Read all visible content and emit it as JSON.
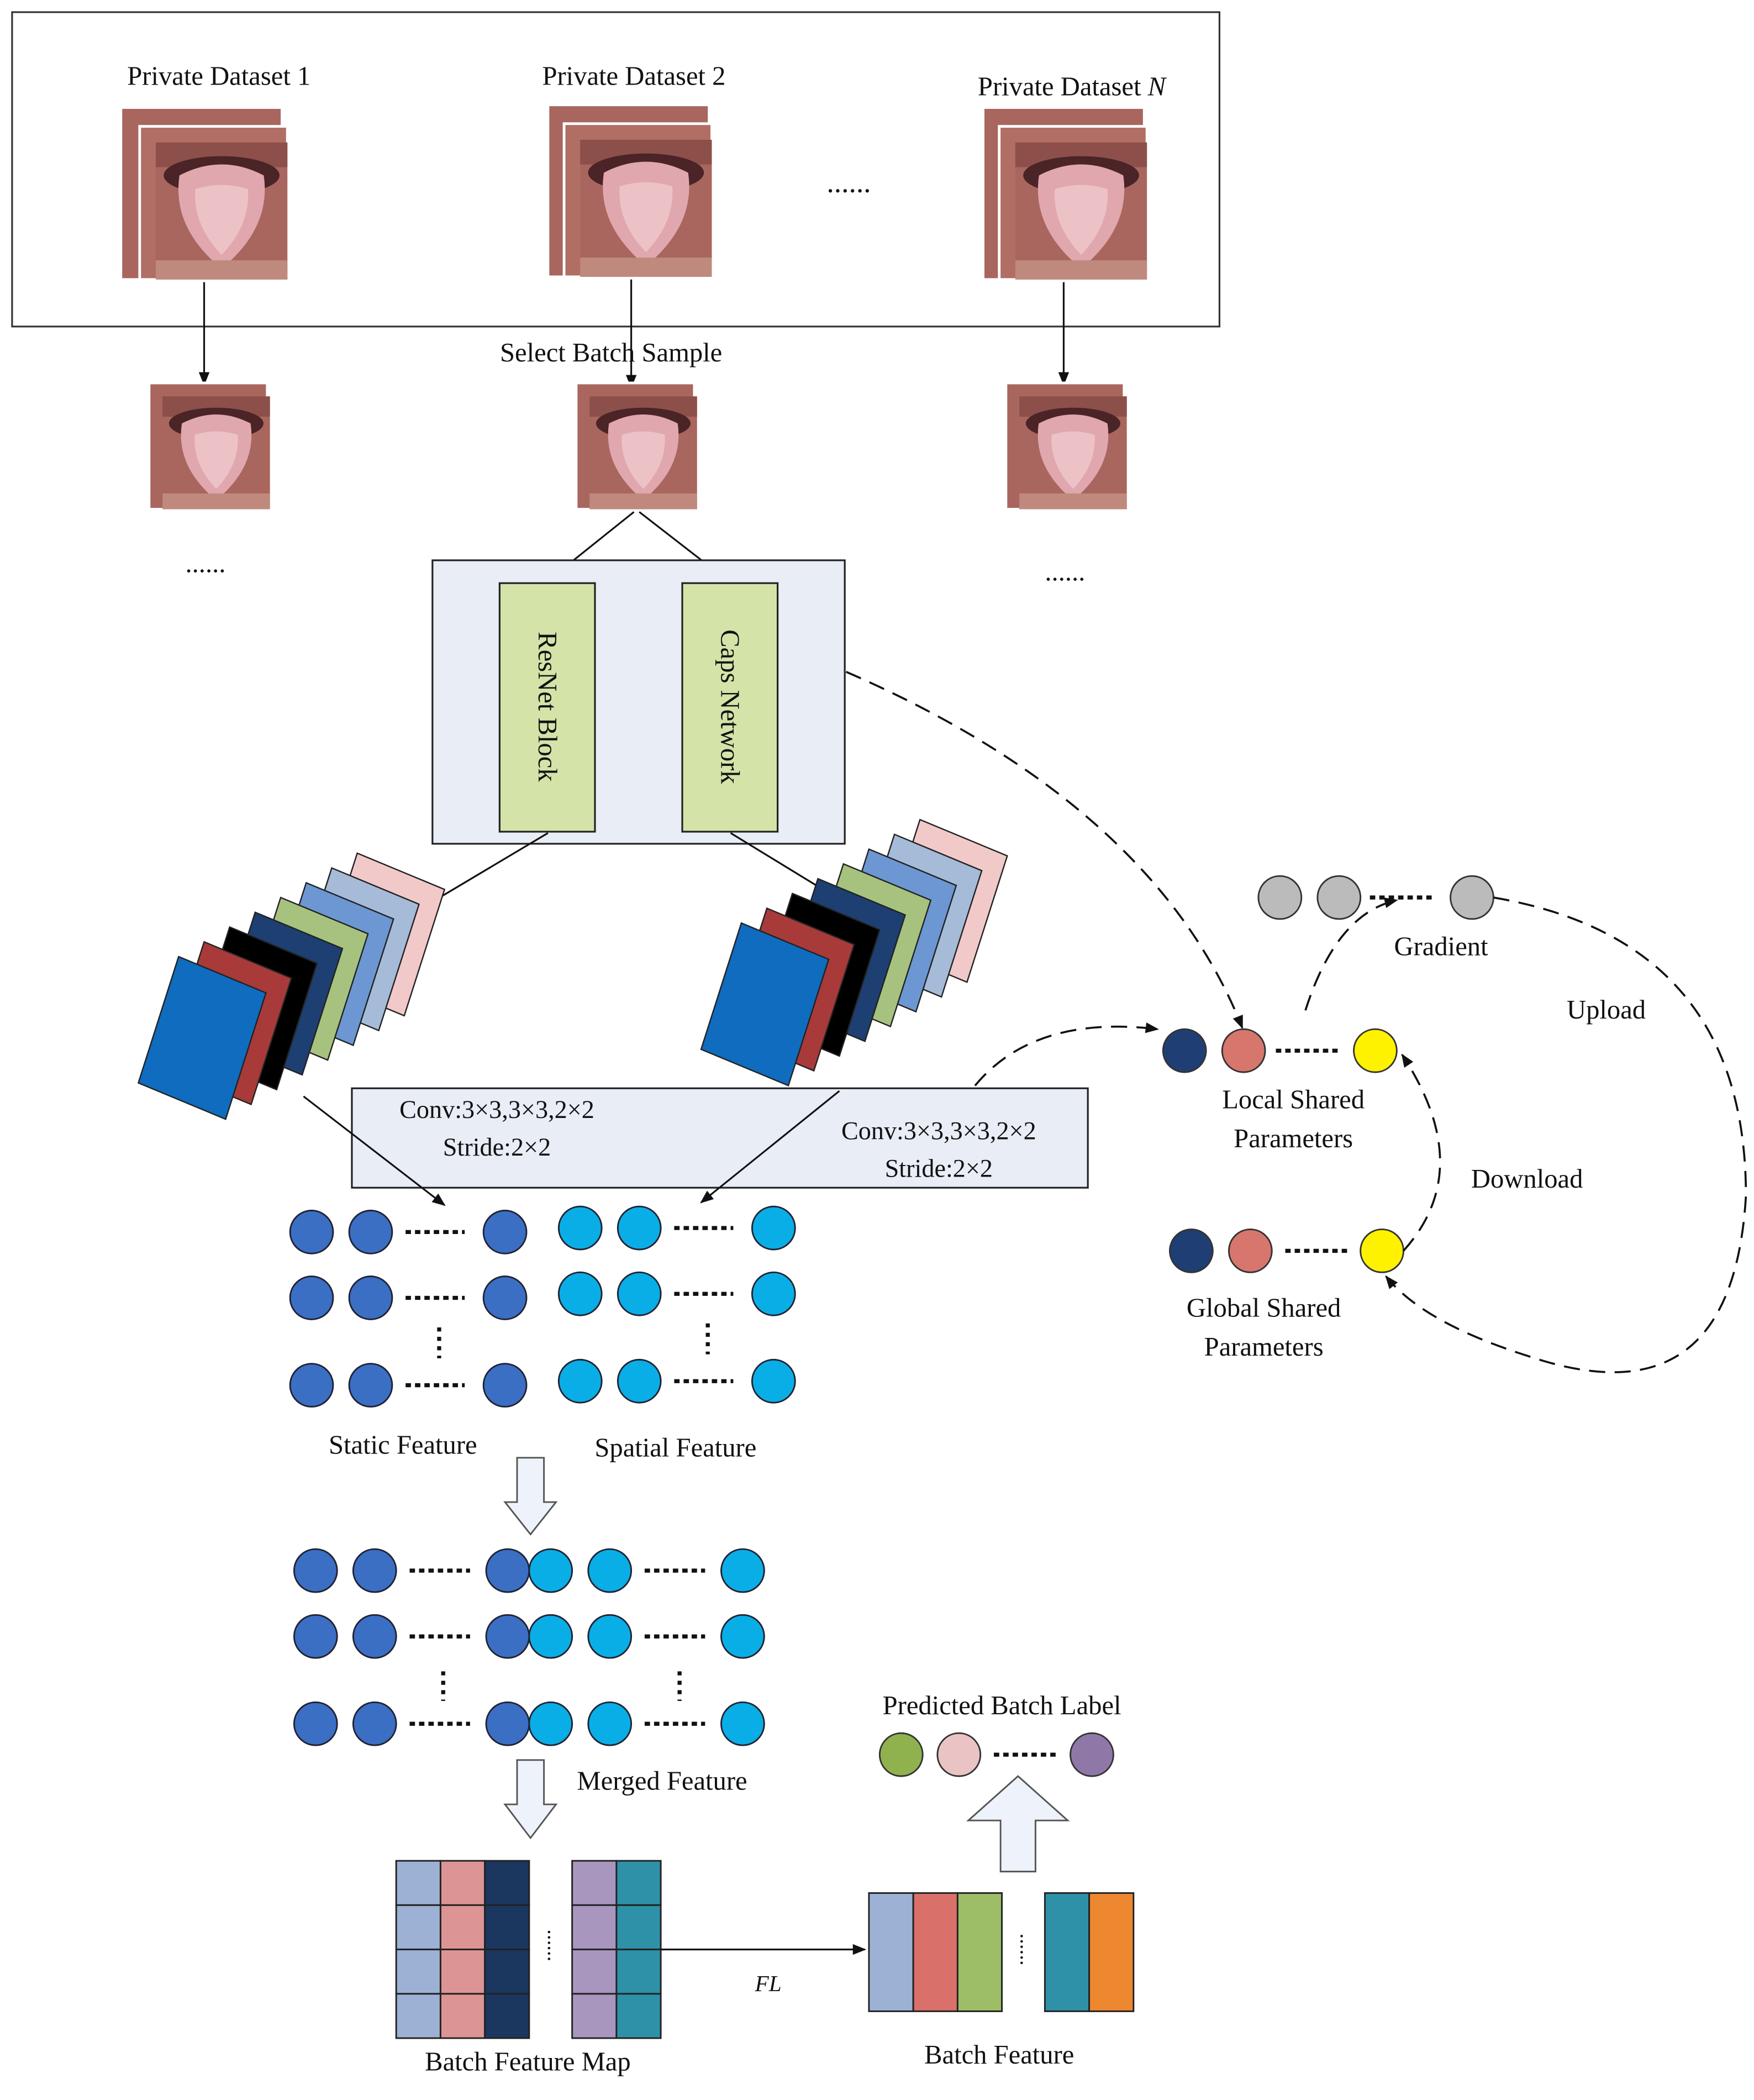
{
  "labels": {
    "dataset1": "Private Dataset 1",
    "dataset2": "Private Dataset 2",
    "datasetN_prefix": "Private Dataset ",
    "datasetN_italic": "N",
    "select_batch": "Select Batch Sample",
    "ellipsis": "......",
    "resnet": "ResNet Block",
    "caps": "Caps Network",
    "conv_left_1": "Conv:3×3,3×3,2×2",
    "conv_left_2": "Stride:2×2",
    "conv_right_1": "Conv:3×3,3×3,2×2",
    "conv_right_2": "Stride:2×2",
    "static_feature": "Static Feature",
    "spatial_feature": "Spatial Feature",
    "merged_feature": "Merged Feature",
    "batch_feature_map": "Batch Feature Map",
    "fl": "FL",
    "batch_feature": "Batch Feature",
    "predicted_label": "Predicted Batch Label",
    "gradient": "Gradient",
    "upload": "Upload",
    "download": "Download",
    "local_shared_1": "Local Shared",
    "local_shared_2": "Parameters",
    "global_shared_1": "Global Shared",
    "global_shared_2": "Parameters"
  },
  "colors": {
    "static_node": "#3a6fc4",
    "spatial_node": "#0aaee6",
    "panel_fill": "#e8edf6",
    "block_fill": "#d4e3a8",
    "param_dark": "#1f3f74",
    "param_red": "#d6766d",
    "param_yellow": "#fff200",
    "gradient_gray": "#bbbbbb",
    "pred_green": "#8fb24f",
    "pred_pink": "#eac4c4",
    "pred_purple": "#8f78a8",
    "tongue": "#e0a7ae",
    "skin": "#a8665e"
  },
  "feature_map_stack": [
    "#0f6cbf",
    "#a83a3a",
    "#000000",
    "#1d3f72",
    "#a7c27e",
    "#6c97d3",
    "#a5bbd8",
    "#f2c9c9"
  ],
  "batch_feature_map_columns": [
    "#9cb1d4",
    "#dc9594",
    "#1b365f",
    "#a896bf",
    "#2e91a8"
  ],
  "batch_feature_columns": [
    "#9cb1d4",
    "#d9706a",
    "#9dbe66",
    "#2e91a8",
    "#ed8730"
  ]
}
